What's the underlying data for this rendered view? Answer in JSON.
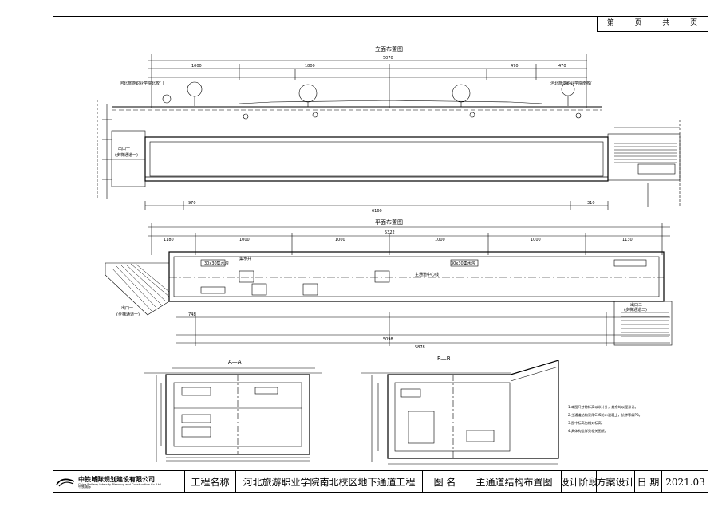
{
  "page_box": {
    "prefix": "第",
    "page_unit": "页",
    "total_unit": "共",
    "total_suffix": "页"
  },
  "drawings": {
    "elevation_title": "立面布置图",
    "plan_title": "平面布置图",
    "section_a_title": "A—A",
    "section_b_title": "B—B"
  },
  "dims": {
    "elev_top": [
      "1000",
      "1800",
      "5070",
      "470",
      "470"
    ],
    "elev_bottom": [
      "6160",
      "970",
      "310"
    ],
    "plan_top": [
      "5322",
      "1180",
      "1000",
      "1000",
      "1000",
      "1000",
      "1130"
    ],
    "plan_bottom": [
      "5878",
      "5098",
      "748"
    ]
  },
  "labels": {
    "entrance1": "出口一",
    "entrance1_sub": "(步梯通道一)",
    "entrance2": "出口二",
    "entrance2_sub": "(步梯通道二)",
    "channel_center": "主通道中心线",
    "drain_ditch": "30x30集水沟",
    "sump": "集水井",
    "north_gate": "河北旅游职业学院北校门",
    "south_gate": "河北旅游职业学院南校门"
  },
  "notes": [
    "1.本图尺寸除标高以米计外，其余均以厘米计。",
    "2.主通道结构采用C35防水混凝土，抗渗等级P8。",
    "3.图中标高为相对标高。",
    "4.具体构造详见相关图纸。"
  ],
  "title_block": {
    "company_cn": "中铁城际规划建设有限公司",
    "company_en": "China Railway Intercity Planning and Construction Co.,Ltd.",
    "company_short": "中铁城际",
    "project_label": "工程名称",
    "project_name": "河北旅游职业学院南北校区地下通道工程",
    "drawing_label": "图 名",
    "drawing_name": "主通道结构布置图",
    "stage_label": "设计阶段",
    "stage_value": "方案设计",
    "date_label": "日 期",
    "date_value": "2021.03"
  }
}
